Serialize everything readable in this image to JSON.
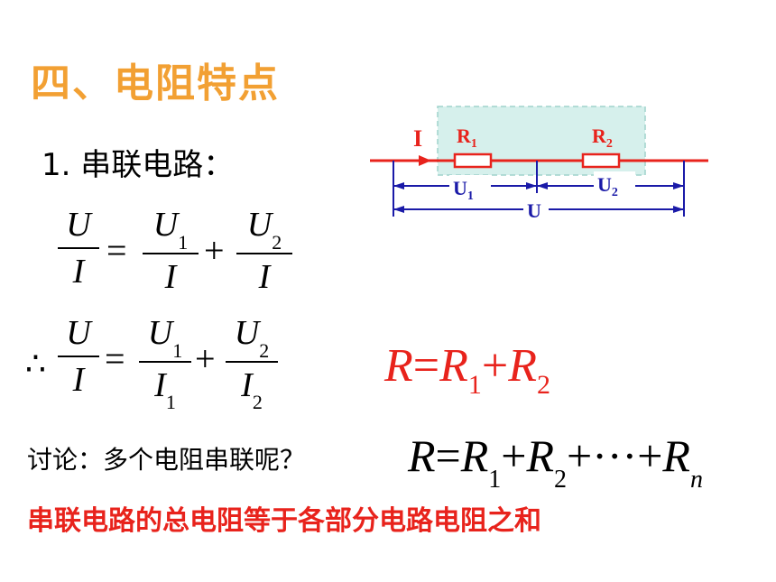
{
  "title": "四、电阻特点",
  "subtitle": "1. 串联电路：",
  "circuit": {
    "current_label": "I",
    "r1_label": "R",
    "r1_sub": "1",
    "r2_label": "R",
    "r2_sub": "2",
    "u1_label": "U",
    "u1_sub": "1",
    "u2_label": "U",
    "u2_sub": "2",
    "u_label": "U",
    "colors": {
      "wire": "#e8231c",
      "resistor": "#e8231c",
      "label": "#e8231c",
      "measure": "#1a1aa8",
      "highlight": "#d6f0ec"
    }
  },
  "eq1": {
    "lhs_num": "U",
    "lhs_den": "I",
    "equals": "=",
    "t1_num": "U",
    "t1_num_sub": "1",
    "t1_den": "I",
    "plus": "+",
    "t2_num": "U",
    "t2_num_sub": "2",
    "t2_den": "I"
  },
  "eq2": {
    "therefore": "∴",
    "lhs_num": "U",
    "lhs_den": "I",
    "equals": "=",
    "t1_num": "U",
    "t1_num_sub": "1",
    "t1_den": "I",
    "t1_den_sub": "1",
    "plus": "+",
    "t2_num": "U",
    "t2_num_sub": "2",
    "t2_den": "I",
    "t2_den_sub": "2"
  },
  "red_formula": {
    "r": "R",
    "eq": "=",
    "r1": "R",
    "r1_sub": "1",
    "plus": "+",
    "r2": "R",
    "r2_sub": "2"
  },
  "discussion": "讨论：多个电阻串联呢？",
  "general_formula": {
    "r": "R",
    "eq": "=",
    "r1": "R",
    "r1_sub": "1",
    "plus1": "+",
    "r2": "R",
    "r2_sub": "2",
    "plus2": "+",
    "dots": "···",
    "plus3": "+",
    "rn": "R",
    "rn_sub": "n"
  },
  "conclusion": "串联电路的总电阻等于各部分电路电阻之和"
}
